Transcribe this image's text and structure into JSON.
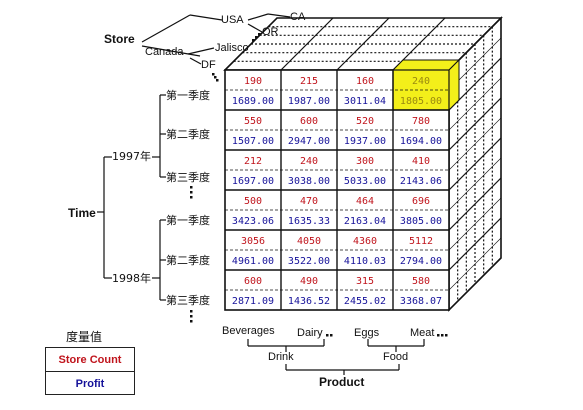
{
  "dimensions": {
    "store": {
      "title": "Store",
      "countries": [
        "USA",
        "Canada"
      ],
      "states": [
        "CA",
        "OR",
        "Jalisco",
        "DF"
      ]
    },
    "time": {
      "title": "Time",
      "years": [
        "1997年",
        "1998年"
      ],
      "quarters": [
        "第一季度",
        "第二季度",
        "第三季度",
        "第一季度",
        "第二季度",
        "第三季度"
      ]
    },
    "product": {
      "title": "Product",
      "groups": [
        "Drink",
        "Food"
      ],
      "categories": [
        "Beverages",
        "Dairy",
        "Eggs",
        "Meat"
      ]
    }
  },
  "cells": [
    [
      "190",
      "1689.00",
      "215",
      "1987.00",
      "160",
      "3011.04",
      "240",
      "1805.00"
    ],
    [
      "550",
      "1507.00",
      "600",
      "2947.00",
      "520",
      "1937.00",
      "780",
      "1694.00"
    ],
    [
      "212",
      "1697.00",
      "240",
      "3038.00",
      "300",
      "5033.00",
      "410",
      "2143.06"
    ],
    [
      "500",
      "3423.06",
      "470",
      "1635.33",
      "464",
      "2163.04",
      "696",
      "3805.00"
    ],
    [
      "3056",
      "4961.00",
      "4050",
      "3522.00",
      "4360",
      "4110.03",
      "5112",
      "2794.00"
    ],
    [
      "600",
      "2871.09",
      "490",
      "1436.52",
      "315",
      "2455.02",
      "580",
      "3368.07"
    ]
  ],
  "highlight": {
    "row": 0,
    "col": 3,
    "color": "#f3ef1a"
  },
  "legend": {
    "title": "度量值",
    "store_count": "Store Count",
    "profit": "Profit",
    "store_count_color": "#c0141c",
    "profit_color": "#16129a"
  }
}
